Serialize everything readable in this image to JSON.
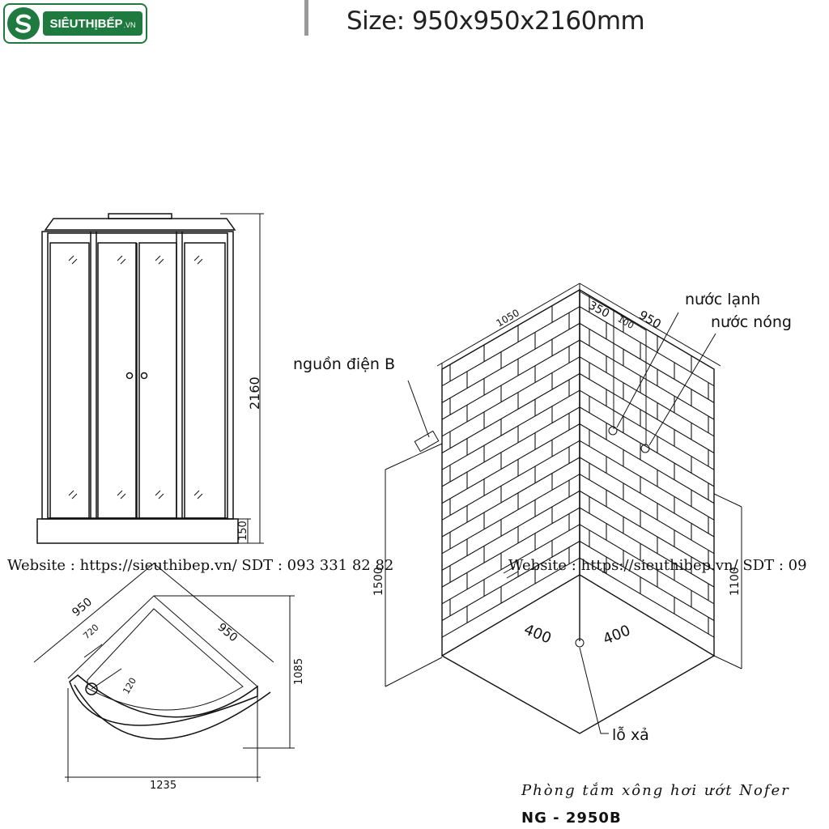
{
  "header": {
    "logo_text": "SIÊUTHỊBẾP",
    "logo_domain": ".VN",
    "size": "Size: 950x950x2160mm"
  },
  "front_view": {
    "height_total": "2160",
    "base_height": "150"
  },
  "top_view": {
    "side_a": "950",
    "side_b": "950",
    "inner_a": "720",
    "drain_offset": "120",
    "depth": "1085",
    "width": "1235"
  },
  "iso_view": {
    "wall_left": "1050",
    "wall_offset": "350",
    "wall_gap": "100",
    "wall_right": "950",
    "cold_water": "nước lạnh",
    "hot_water": "nước nóng",
    "power": "nguồn điện B",
    "power_height": "1500",
    "tap_height": "1100",
    "drain_x": "400",
    "drain_y": "400",
    "drain": "lỗ xả"
  },
  "watermarks": [
    "Website : https://sieuthibep.vn/      SDT : 093 331 82 82",
    "Website : https://sieuthibep.vn/ SDT : 09"
  ],
  "footer": {
    "product": "Phòng tắm xông hơi ướt Nofer",
    "model": "NG - 2950B"
  }
}
